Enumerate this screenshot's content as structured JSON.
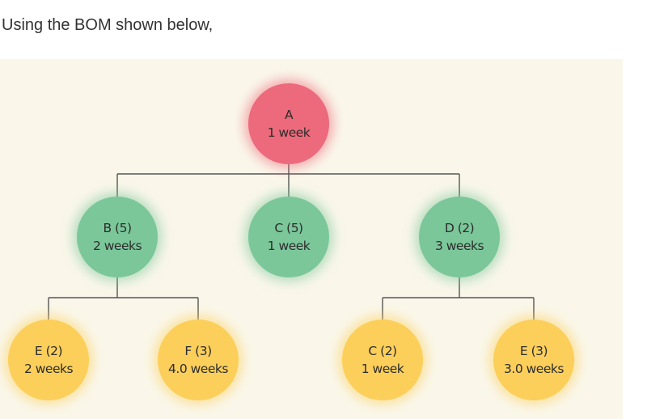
{
  "intro_text": "Using the BOM shown below,",
  "bom": {
    "nodes": [
      {
        "id": "A",
        "label": "A",
        "lead_time": "1 week",
        "color": "#ec6a7b"
      },
      {
        "id": "B",
        "label": "B (5)",
        "lead_time": "2 weeks",
        "color": "#7bc79a"
      },
      {
        "id": "C",
        "label": "C (5)",
        "lead_time": "1 week",
        "color": "#7bc79a"
      },
      {
        "id": "D",
        "label": "D (2)",
        "lead_time": "3 weeks",
        "color": "#7bc79a"
      },
      {
        "id": "E1",
        "label": "E (2)",
        "lead_time": "2 weeks",
        "color": "#fccf5b"
      },
      {
        "id": "F",
        "label": "F (3)",
        "lead_time": "4.0 weeks",
        "color": "#fccf5b"
      },
      {
        "id": "C2",
        "label": "C (2)",
        "lead_time": "1 week",
        "color": "#fccf5b"
      },
      {
        "id": "E2",
        "label": "E (3)",
        "lead_time": "3.0 weeks",
        "color": "#fccf5b"
      }
    ],
    "edges": [
      [
        "A",
        "B"
      ],
      [
        "A",
        "C"
      ],
      [
        "A",
        "D"
      ],
      [
        "B",
        "E1"
      ],
      [
        "B",
        "F"
      ],
      [
        "D",
        "C2"
      ],
      [
        "D",
        "E2"
      ]
    ]
  }
}
